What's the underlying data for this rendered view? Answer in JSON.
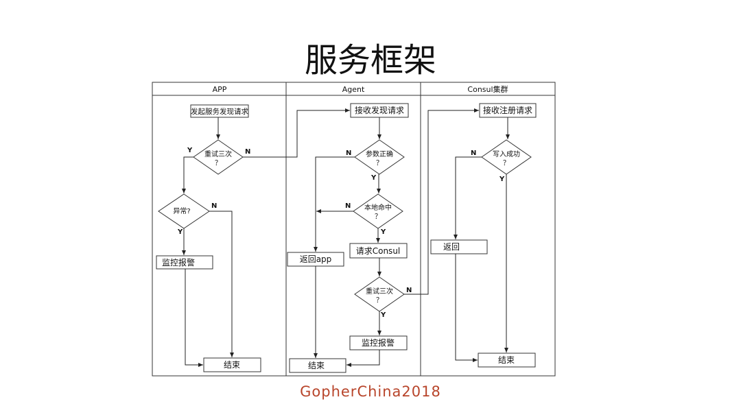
{
  "title": "服务框架",
  "footer": {
    "text": "GopherChina2018",
    "color": "#b8452b"
  },
  "lanes": [
    "APP",
    "Agent",
    "Consul集群"
  ],
  "app": {
    "start": "发起服务发现请求",
    "retry_line1": "重试三次",
    "retry_line2": "？",
    "error_line1": "异常?",
    "alarm": "监控报警",
    "end": "结束"
  },
  "agent": {
    "receive": "接收发现请求",
    "param_line1": "参数正确",
    "param_line2": "？",
    "local_line1": "本地命中",
    "local_line2": "？",
    "request": "请求Consul",
    "retry_line1": "重试三次",
    "retry_line2": "？",
    "alarm": "监控报警",
    "return_app": "返回app",
    "end": "结束"
  },
  "consul": {
    "receive": "接收注册请求",
    "write_line1": "写入成功",
    "write_line2": "？",
    "return": "返回",
    "end": "结束"
  },
  "labels": {
    "yes": "Y",
    "no": "N"
  }
}
